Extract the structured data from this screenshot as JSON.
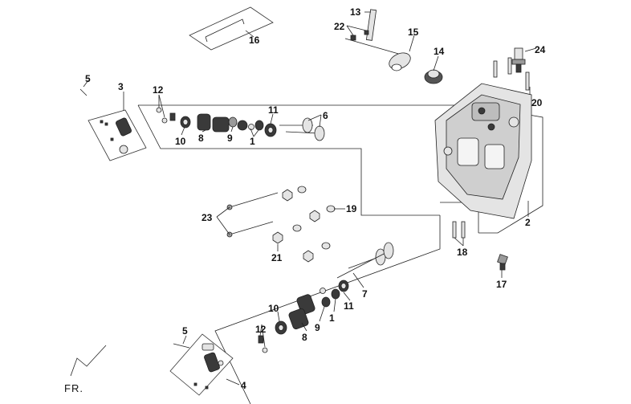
{
  "callouts": {
    "c13": "13",
    "c22": "22",
    "c15": "15",
    "c16": "16",
    "c14": "14",
    "c24": "24",
    "c5a": "5",
    "c3": "3",
    "c12a": "12",
    "c10a": "10",
    "c8a": "8",
    "c9a": "9",
    "c1a": "1",
    "c11a": "11",
    "c6": "6",
    "c20": "20",
    "c2": "2",
    "c23": "23",
    "c19": "19",
    "c21": "21",
    "c18": "18",
    "c7": "7",
    "c17": "17",
    "c10b": "10",
    "c12b": "12",
    "c11b": "11",
    "c9b": "9",
    "c1b": "1",
    "c8b": "8",
    "c5b": "5",
    "c4": "4"
  },
  "orientation": {
    "label": "FR."
  }
}
